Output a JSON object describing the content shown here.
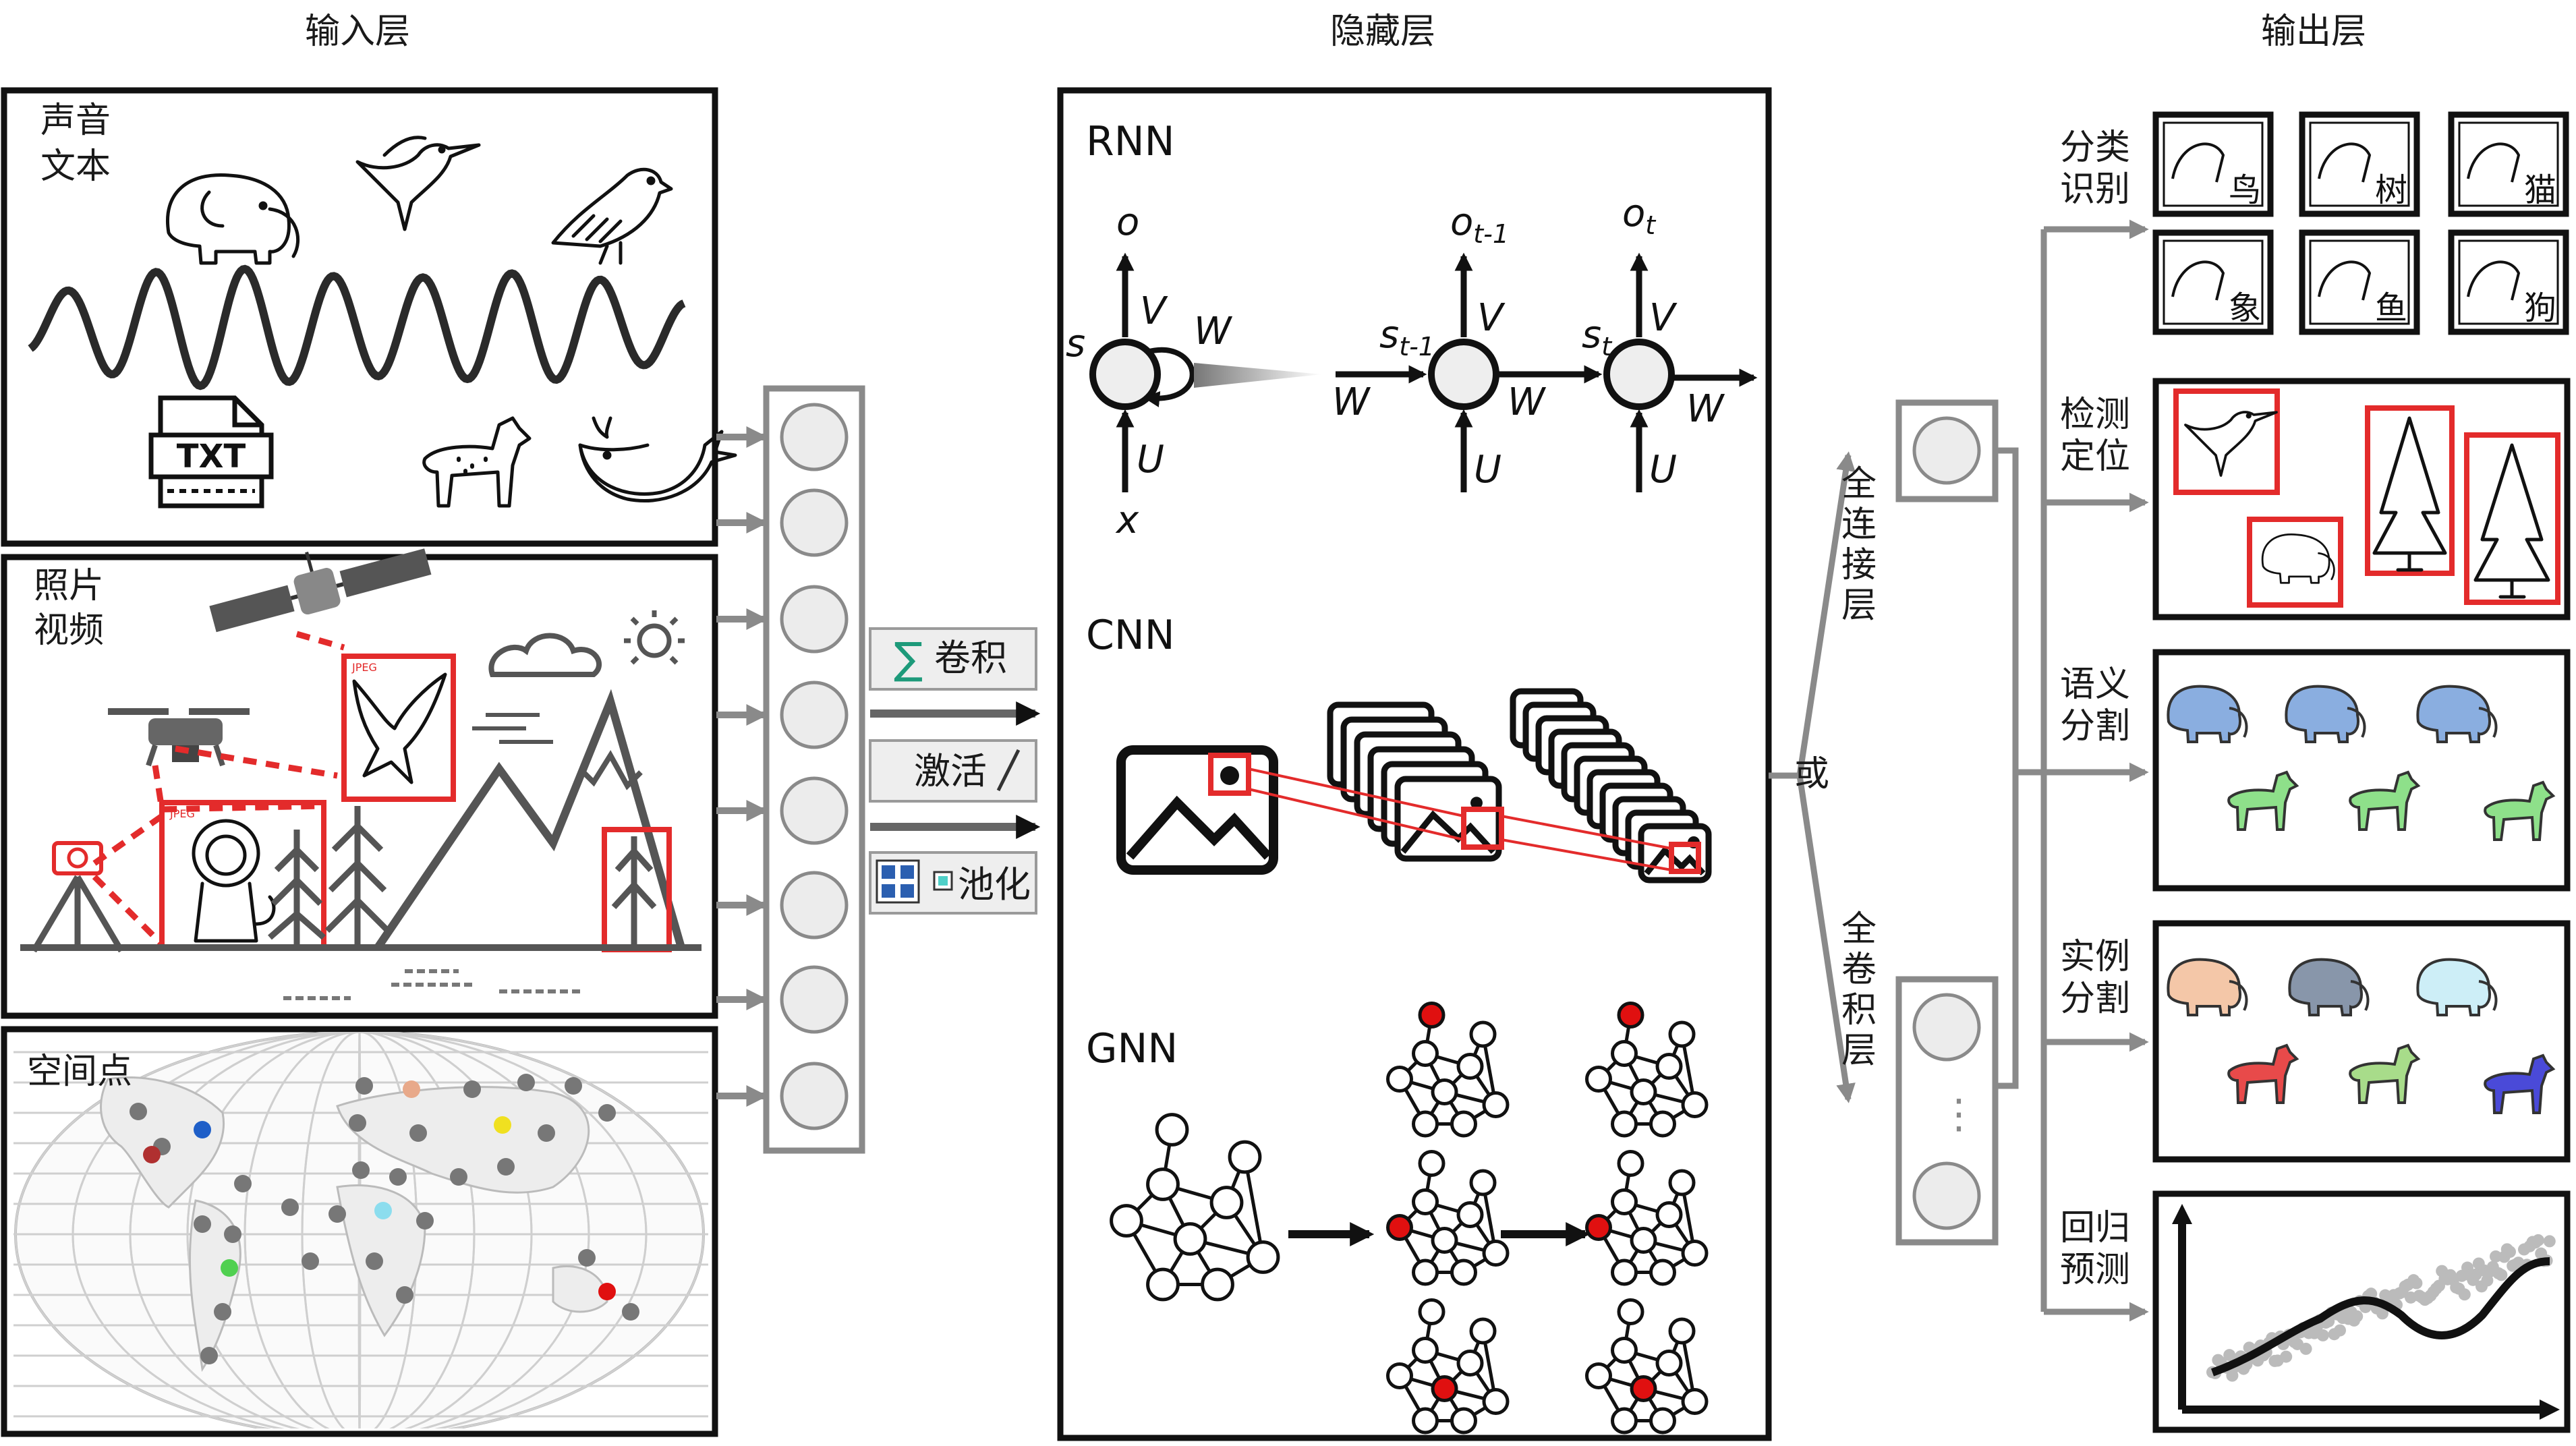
{
  "sections": {
    "input": "输入层",
    "hidden": "隐藏层",
    "output": "输出层"
  },
  "input_boxes": {
    "sound_text": [
      "声音",
      "文本"
    ],
    "photo_video": [
      "照片",
      "视频"
    ],
    "spatial": "空间点",
    "txt_file": "TXT",
    "jpeg_tag": "JPEG"
  },
  "operations": {
    "conv": "卷积",
    "activation": "激活",
    "pooling": "池化",
    "sigma": "∑"
  },
  "hidden_models": {
    "rnn": "RNN",
    "cnn": "CNN",
    "gnn": "GNN"
  },
  "rnn_symbols": {
    "o": "o",
    "s": "s",
    "x": "x",
    "V": "V",
    "W": "W",
    "U": "U",
    "o_t1": "o",
    "o_t1_sub": "t-1",
    "o_t": "o",
    "o_t_sub": "t",
    "s_t1": "s",
    "s_t1_sub": "t-1",
    "s_t": "s",
    "s_t_sub": "t"
  },
  "connectors": {
    "fully_connected": [
      "全",
      "连",
      "接",
      "层"
    ],
    "or": "或",
    "fully_conv": [
      "全",
      "卷",
      "积",
      "层"
    ],
    "ellipsis": "⋮"
  },
  "outputs": {
    "classification": [
      "分类",
      "识别"
    ],
    "detection": [
      "检测",
      "定位"
    ],
    "semantic": [
      "语义",
      "分割"
    ],
    "instance": [
      "实例",
      "分割"
    ],
    "regression": [
      "回归",
      "预测"
    ]
  },
  "class_labels": [
    "鸟",
    "树",
    "猫",
    "象",
    "鱼",
    "狗"
  ],
  "colors": {
    "line_gray": "#8a8a8a",
    "red": "#e32b2b",
    "node_fill": "#ececec",
    "semantic_elephant": "#8aaee0",
    "semantic_horse": "#8ee08a",
    "instance_elephant": [
      "#f4c7a8",
      "#8896aa",
      "#cdeef7"
    ],
    "instance_horse": [
      "#e84a4a",
      "#a8dc8a",
      "#4a4ad8"
    ],
    "map_points": [
      "#e8a98a",
      "#1f5fc8",
      "#f0e020",
      "#b03030",
      "#8cddee",
      "#50d050",
      "#e01010"
    ]
  }
}
